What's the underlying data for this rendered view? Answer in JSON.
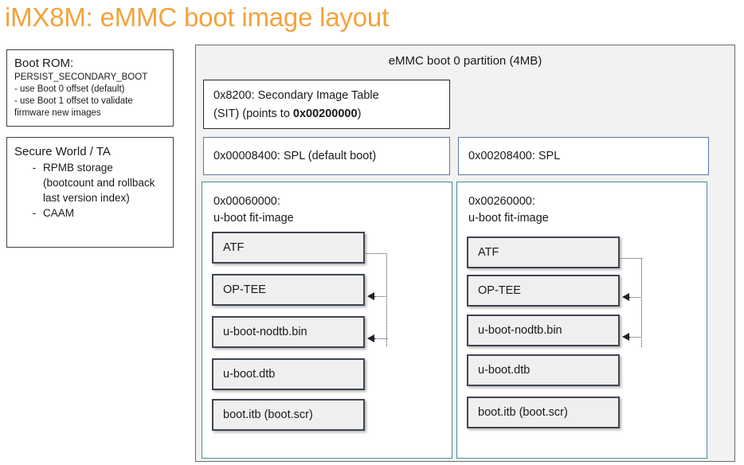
{
  "title": "iMX8M: eMMC boot image layout",
  "sidebar": {
    "boot_rom": {
      "heading": "Boot ROM:",
      "lines": [
        "PERSIST_SECONDARY_BOOT",
        "- use Boot 0 offset (default)",
        "- use Boot 1 offset to validate",
        "firmware new images"
      ]
    },
    "secure_world": {
      "heading": "Secure World / TA",
      "bullets": [
        {
          "dash": "-",
          "text": "RPMB storage (bootcount and rollback last version index)"
        },
        {
          "dash": "-",
          "text": "CAAM"
        }
      ]
    }
  },
  "panel": {
    "title": "eMMC boot 0 partition (4MB)",
    "sit": {
      "line1": "0x8200: Secondary Image Table",
      "line2_prefix": "(SIT) (points to ",
      "line2_bold": "0x00200000",
      "line2_suffix": ")"
    },
    "columns": [
      {
        "id": "primary",
        "spl_label": "0x00008400: SPL (default boot)",
        "fit_label": "0x00060000:\nu-boot fit-image",
        "components": [
          "ATF",
          "OP-TEE",
          "u-boot-nodtb.bin",
          "u-boot.dtb",
          "boot.itb (boot.scr)"
        ]
      },
      {
        "id": "secondary",
        "spl_label": "0x00208400: SPL",
        "fit_label": "0x00260000:\nu-boot fit-image",
        "components": [
          "ATF",
          "OP-TEE",
          "u-boot-nodtb.bin",
          "u-boot.dtb",
          "boot.itb (boot.scr)"
        ]
      }
    ]
  },
  "bottom_caption": "",
  "colors": {
    "title": "#f2a33c",
    "panel_bg": "#f2f2f2",
    "panel_border": "#6b6b6b",
    "spl_border": "#5b7ca6",
    "fit_border": "#4f8a9b",
    "component_border": "#3f4650",
    "component_bg": "#efefef",
    "connector": "#3a3f46"
  }
}
